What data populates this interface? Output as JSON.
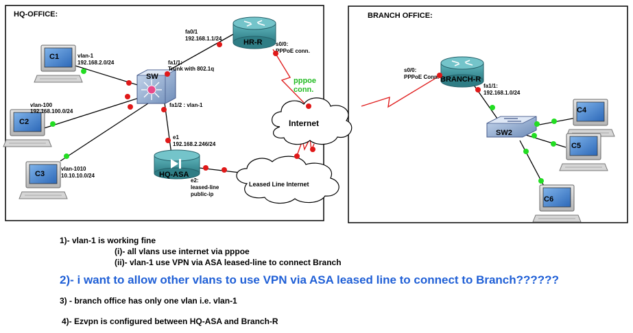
{
  "hq": {
    "title": "HQ-OFFICE:"
  },
  "branch": {
    "title": "BRANCH OFFICE:"
  },
  "devices": {
    "c1": "C1",
    "c2": "C2",
    "c3": "C3",
    "c4": "C4",
    "c5": "C5",
    "c6": "C6",
    "sw": "SW",
    "sw2": "SW2",
    "hr": "HR-R",
    "branch_r": "BRANCH-R",
    "asa": "HQ-ASA"
  },
  "clouds": {
    "internet": "Internet",
    "leased": "Leased Line Internet"
  },
  "labels": {
    "c1_vlan": "vlan-1",
    "c1_net": "192.168.2.0/24",
    "c2_vlan": "vlan-100",
    "c2_net": "192.168.100.0/24",
    "c3_vlan": "vlan-1010",
    "c3_net": "10.10.10.0/24",
    "fa01": "fa0/1",
    "fa01_ip": "192.168.1.1/24",
    "fa11": "fa1/1:",
    "fa11_desc": "Trunk with 802.1q",
    "fa12": "fa1/2 : vlan-1",
    "e1": "e1",
    "e1_ip": "192.168.2.246/24",
    "e2": "e2:",
    "e2_desc1": "leased-line",
    "e2_desc2": "public-ip",
    "s00": "s0/0:",
    "s00_desc": "PPPoE conn.",
    "pppoe1": "pppoe",
    "pppoe2": "conn.",
    "br_s00": "s0/0:",
    "br_s00_desc": "PPPoE Conn.",
    "br_fa11": "fa1/1:",
    "br_fa11_ip": "192.168.1.0/24"
  },
  "notes": {
    "n1": "1)- vlan-1 is working fine",
    "n1a": "(i)- all vlans use internet via pppoe",
    "n1b": "(ii)- vlan-1 use VPN via ASA leased-line to connect Branch",
    "n2": "2)- i want to allow other vlans to use VPN via ASA leased line to connect to Branch??????",
    "n3": "3) - branch office has only one vlan i.e. vlan-1",
    "n4": "4)- Ezvpn is configured between HQ-ASA and Branch-R"
  },
  "colors": {
    "link": "#000000",
    "serial": "#e02020",
    "dot_up": "#22dd22",
    "dot_red": "#e01818",
    "router": "#3f8f96",
    "note_highlight": "#1f5fd6"
  }
}
